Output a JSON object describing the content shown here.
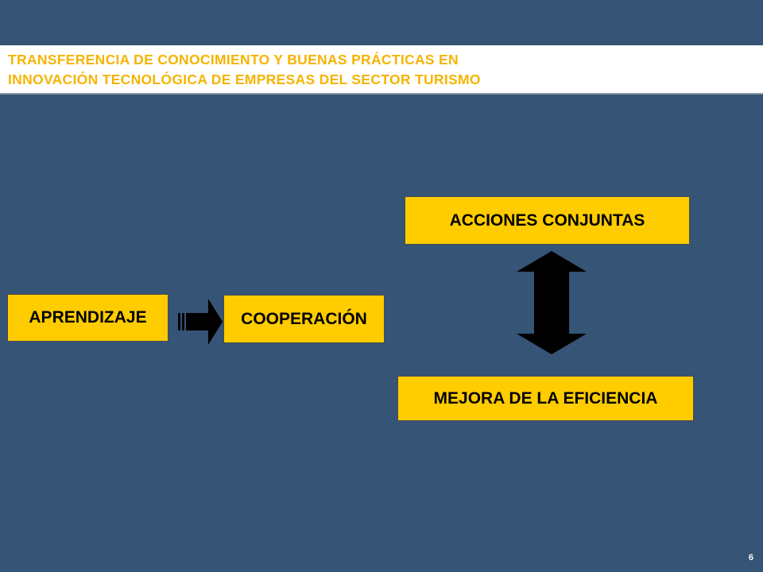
{
  "header": {
    "title_line1": "TRANSFERENCIA DE CONOCIMIENTO Y BUENAS PRÁCTICAS EN",
    "title_line2": "INNOVACIÓN TECNOLÓGICA DE EMPRESAS DEL SECTOR TURISMO"
  },
  "diagram": {
    "aprendizaje": "APRENDIZAJE",
    "cooperacion": "COOPERACIÓN",
    "acciones_conjuntas": "ACCIONES CONJUNTAS",
    "mejora_eficiencia": "MEJORA DE LA EFICIENCIA"
  },
  "footer": {
    "page_number": "6"
  },
  "colors": {
    "background": "#365476",
    "box_fill": "#ffcc00",
    "title_text": "#f5b400",
    "arrow": "#000000"
  },
  "icons": {
    "right_arrow": "right-arrow-icon",
    "double_arrow": "double-vertical-arrow-icon"
  }
}
